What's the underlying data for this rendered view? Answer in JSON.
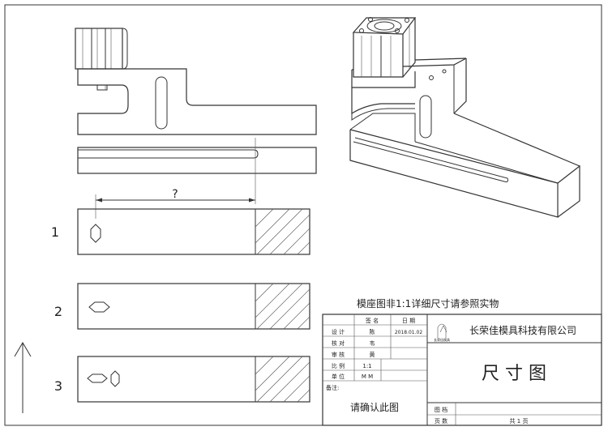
{
  "drawing": {
    "dimension_label": "?",
    "option_numbers": [
      "1",
      "2",
      "3"
    ],
    "note": "模座图非1:1详细尺寸请参照实物",
    "up_arrow_icon": "arrow-up-icon"
  },
  "title_block": {
    "header": {
      "sign": "签 名",
      "date": "日 期"
    },
    "rows": [
      {
        "label": "设 计",
        "sign": "陈",
        "date": "2018.01.02"
      },
      {
        "label": "核 对",
        "sign": "韦",
        "date": ""
      },
      {
        "label": "审 核",
        "sign": "黄",
        "date": ""
      }
    ],
    "scale_label": "比 例",
    "scale_value": "1:1",
    "unit_label": "单 位",
    "unit_value": "M M",
    "remarks_label": "备注:",
    "remarks_text": "请确认此图",
    "company_logo_text": "长荣佳模具",
    "company_name": "长荣佳模具科技有限公司",
    "drawing_title": "尺 寸 图",
    "drawing_no_label": "图 档",
    "page_label": "页 数",
    "page_value": "共 1 页"
  }
}
